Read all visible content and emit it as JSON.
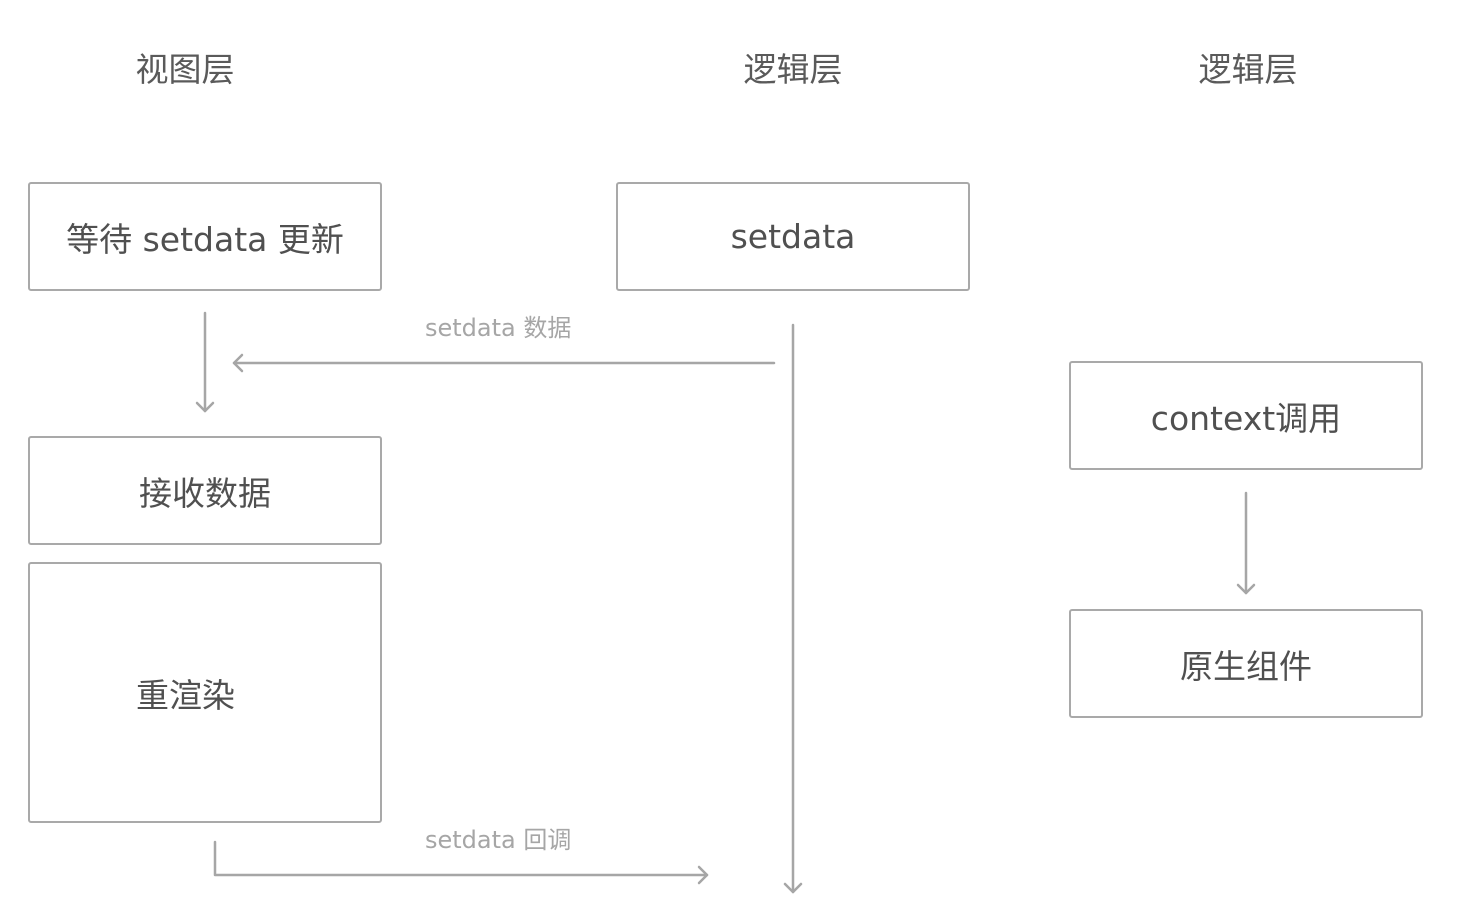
{
  "columns": {
    "view_title": "视图层",
    "logic_title": "逻辑层",
    "native_title": "逻辑层"
  },
  "nodes": {
    "wait_update": "等待 setdata 更新",
    "receive_data": "接收数据",
    "rerender": "重渲染",
    "setdata": "setdata",
    "context_call": "context调用",
    "native_component": "原生组件"
  },
  "edges": {
    "setdata_data": "setdata 数据",
    "setdata_callback": "setdata 回调"
  },
  "colors": {
    "line": "#a6a6a6",
    "border": "#a9a9a9",
    "text": "#505050",
    "label": "#a6a6a6"
  }
}
